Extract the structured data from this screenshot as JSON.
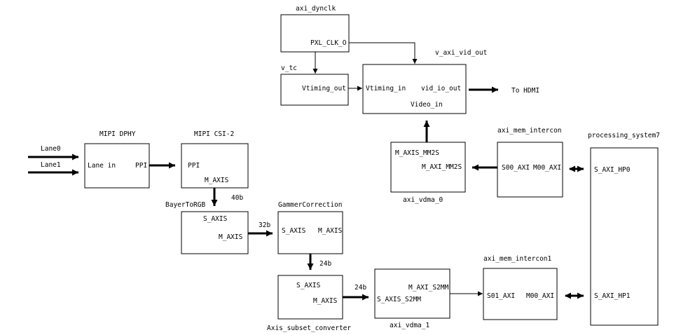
{
  "blocks": {
    "axi_dynclk": {
      "title": "axi_dynclk",
      "port_pxl_clk": "PXL_CLK_O"
    },
    "v_tc": {
      "title": "v_tc",
      "port_vtiming_out": "Vtiming_out"
    },
    "v_axi_vid_out": {
      "title": "v_axi_vid_out",
      "port_vtiming_in": "Vtiming_in",
      "port_vid_io_out": "vid_io_out",
      "port_video_in": "Video_in"
    },
    "mipi_dphy": {
      "title": "MIPI DPHY",
      "port_lane_in": "Lane in",
      "port_ppi": "PPI"
    },
    "mipi_csi2": {
      "title": "MIPI CSI-2",
      "port_ppi": "PPI",
      "port_m_axis": "M_AXIS"
    },
    "bayer_to_rgb": {
      "title": "BayerToRGB",
      "port_s_axis": "S_AXIS",
      "port_m_axis": "M_AXIS"
    },
    "gammer_correction": {
      "title": "GammerCorrection",
      "port_s_axis": "S_AXIS",
      "port_m_axis": "M_AXIS"
    },
    "axis_subset_converter": {
      "title": "Axis_subset_converter",
      "port_s_axis": "S_AXIS",
      "port_m_axis": "M_AXIS"
    },
    "axi_vdma_0": {
      "title": "axi_vdma_0",
      "port_m_axis_mm2s": "M_AXIS_MM2S",
      "port_m_axi_mm2s": "M_AXI_MM2S"
    },
    "axi_vdma_1": {
      "title": "axi_vdma_1",
      "port_m_axi_s2mm": "M_AXI_S2MM",
      "port_s_axis_s2mm": "S_AXIS_S2MM"
    },
    "axi_mem_intercon": {
      "title": "axi_mem_intercon",
      "port_s00_axi": "S00_AXI",
      "port_m00_axi": "M00_AXI"
    },
    "axi_mem_intercon1": {
      "title": "axi_mem_intercon1",
      "port_s01_axi": "S01_AXI",
      "port_m00_axi": "M00_AXI"
    },
    "processing_system7": {
      "title": "processing_system7",
      "port_s_axi_hp0": "S_AXI_HP0",
      "port_s_axi_hp1": "S_AXI_HP1"
    }
  },
  "signals": {
    "lane0": "Lane0",
    "lane1": "Lane1",
    "to_hdmi": "To HDMI",
    "bus_40b": "40b",
    "bus_32b": "32b",
    "bus_24b_a": "24b",
    "bus_24b_b": "24b"
  }
}
